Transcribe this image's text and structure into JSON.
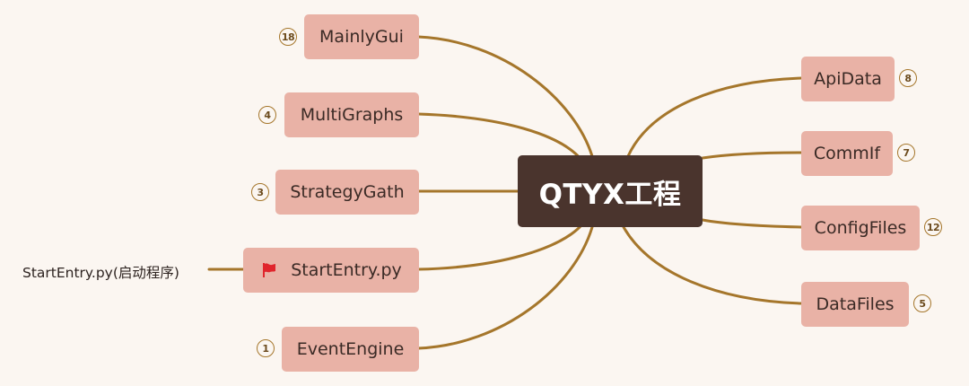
{
  "root": {
    "label": "QTYX工程"
  },
  "left_nodes": [
    {
      "label": "MainlyGui",
      "count": "18"
    },
    {
      "label": "MultiGraphs",
      "count": "4"
    },
    {
      "label": "StrategyGath",
      "count": "3"
    },
    {
      "label": "StartEntry.py",
      "flag_icon": "red-flag-icon"
    },
    {
      "label": "EventEngine",
      "count": "1"
    }
  ],
  "right_nodes": [
    {
      "label": "ApiData",
      "count": "8"
    },
    {
      "label": "CommIf",
      "count": "7"
    },
    {
      "label": "ConfigFiles",
      "count": "12"
    },
    {
      "label": "DataFiles",
      "count": "5"
    }
  ],
  "start_entry_note": {
    "label": "StartEntry.py(启动程序)"
  },
  "colors": {
    "root_fill": "#4a342d",
    "node_fill": "#e9b2a6",
    "connector": "#a5762b",
    "background": "#fbf6f1",
    "flag": "#e0252c"
  }
}
